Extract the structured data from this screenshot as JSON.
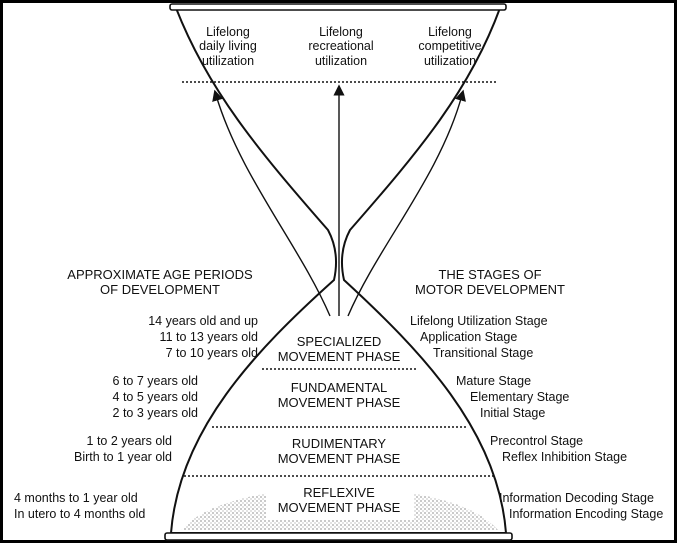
{
  "top_outcomes": [
    [
      "Lifelong",
      "daily living",
      "utilization"
    ],
    [
      "Lifelong",
      "recreational",
      "utilization"
    ],
    [
      "Lifelong",
      "competitive",
      "utilization"
    ]
  ],
  "left_heading": [
    "APPROXIMATE AGE PERIODS",
    "OF DEVELOPMENT"
  ],
  "right_heading": [
    "THE STAGES OF",
    "MOTOR DEVELOPMENT"
  ],
  "phases": [
    {
      "name": [
        "SPECIALIZED",
        "MOVEMENT PHASE"
      ],
      "ages": [
        "14 years old and up",
        "11 to 13 years old",
        "7 to 10 years old"
      ],
      "stages": [
        "Lifelong Utilization Stage",
        "Application Stage",
        "Transitional Stage"
      ]
    },
    {
      "name": [
        "FUNDAMENTAL",
        "MOVEMENT PHASE"
      ],
      "ages": [
        "6 to 7 years old",
        "4 to 5 years old",
        "2 to 3 years old"
      ],
      "stages": [
        "Mature Stage",
        "Elementary Stage",
        "Initial Stage"
      ]
    },
    {
      "name": [
        "RUDIMENTARY",
        "MOVEMENT PHASE"
      ],
      "ages": [
        "1 to 2 years old",
        "Birth to 1 year old"
      ],
      "stages": [
        "Precontrol Stage",
        "Reflex Inhibition Stage"
      ]
    },
    {
      "name": [
        "REFLEXIVE",
        "MOVEMENT PHASE"
      ],
      "ages": [
        "4 months to 1 year old",
        "In utero to 4 months old"
      ],
      "stages": [
        "Information Decoding Stage",
        "Information Encoding Stage"
      ]
    }
  ]
}
